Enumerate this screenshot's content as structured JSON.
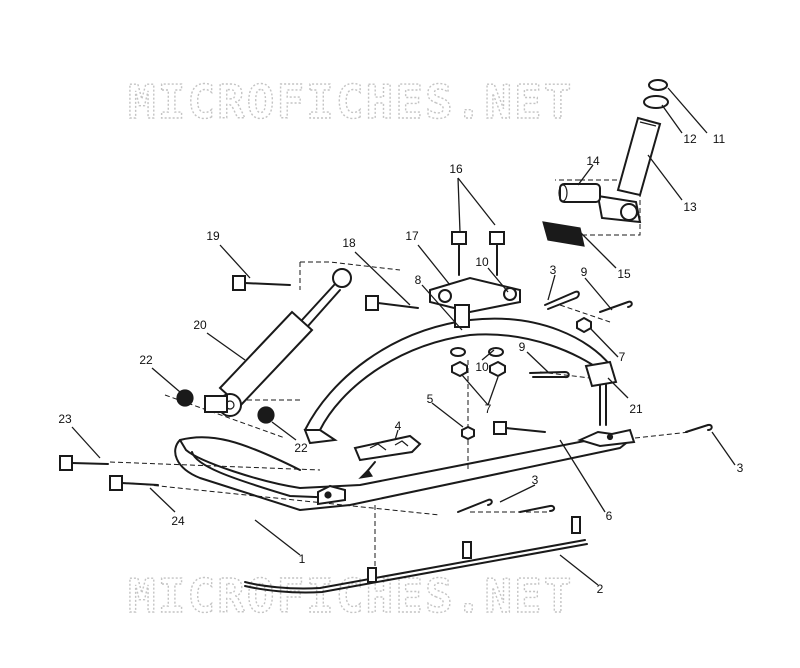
{
  "watermark": {
    "top": "MICROFICHES.NET",
    "bottom": "MICROFICHES.NET"
  },
  "callouts": [
    {
      "id": "c1",
      "label": "1"
    },
    {
      "id": "c2",
      "label": "2"
    },
    {
      "id": "c3a",
      "label": "3"
    },
    {
      "id": "c3b",
      "label": "3"
    },
    {
      "id": "c3c",
      "label": "3"
    },
    {
      "id": "c4",
      "label": "4"
    },
    {
      "id": "c5",
      "label": "5"
    },
    {
      "id": "c6",
      "label": "6"
    },
    {
      "id": "c7a",
      "label": "7"
    },
    {
      "id": "c7b",
      "label": "7"
    },
    {
      "id": "c8",
      "label": "8"
    },
    {
      "id": "c9a",
      "label": "9"
    },
    {
      "id": "c9b",
      "label": "9"
    },
    {
      "id": "c10a",
      "label": "10"
    },
    {
      "id": "c10b",
      "label": "10"
    },
    {
      "id": "c11",
      "label": "11"
    },
    {
      "id": "c12",
      "label": "12"
    },
    {
      "id": "c13",
      "label": "13"
    },
    {
      "id": "c14",
      "label": "14"
    },
    {
      "id": "c15",
      "label": "15"
    },
    {
      "id": "c16",
      "label": "16"
    },
    {
      "id": "c17",
      "label": "17"
    },
    {
      "id": "c18",
      "label": "18"
    },
    {
      "id": "c19",
      "label": "19"
    },
    {
      "id": "c20",
      "label": "20"
    },
    {
      "id": "c21",
      "label": "21"
    },
    {
      "id": "c22a",
      "label": "22"
    },
    {
      "id": "c22b",
      "label": "22"
    },
    {
      "id": "c23",
      "label": "23"
    },
    {
      "id": "c24",
      "label": "24"
    }
  ]
}
